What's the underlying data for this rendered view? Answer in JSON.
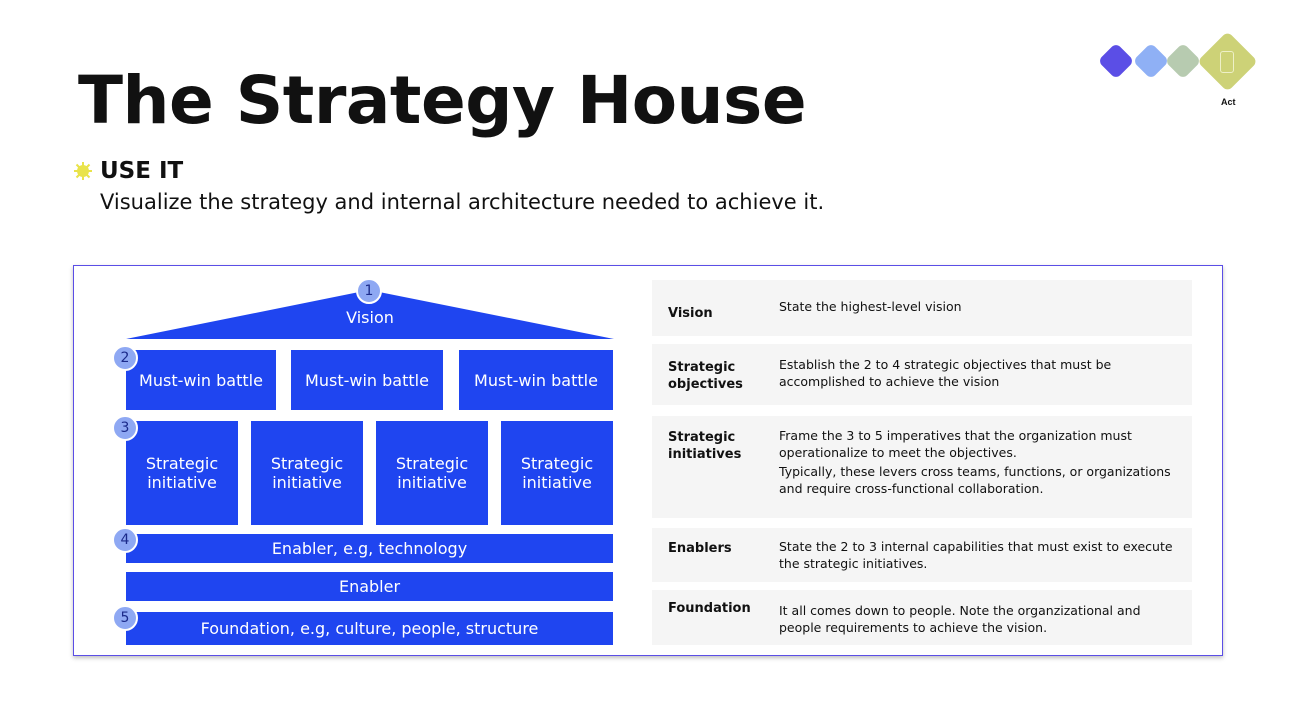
{
  "title": "The Strategy House",
  "section": {
    "label": "USE IT",
    "subtitle": "Visualize the strategy and internal architecture needed to achieve it."
  },
  "logo": {
    "caption": "Act",
    "colors": [
      "#5b4ee6",
      "#8fb0f5",
      "#b7cbb0",
      "#cdd277"
    ]
  },
  "colors": {
    "blue": "#1f45f0",
    "badge": "#8ea8f3",
    "frame": "#5b4ee6"
  },
  "house": {
    "vision": "Vision",
    "battles": [
      "Must-win battle",
      "Must-win battle",
      "Must-win battle"
    ],
    "initiatives": [
      "Strategic initiative",
      "Strategic initiative",
      "Strategic initiative",
      "Strategic initiative"
    ],
    "enabler1": "Enabler, e.g, technology",
    "enabler2": "Enabler",
    "foundation": "Foundation, e.g, culture, people, structure",
    "badges": [
      "1",
      "2",
      "3",
      "4",
      "5"
    ]
  },
  "table": [
    {
      "label": "Vision",
      "desc": "State the highest-level vision"
    },
    {
      "label": "Strategic objectives",
      "desc": "Establish the 2 to 4 strategic objectives that must be accomplished to achieve the vision"
    },
    {
      "label": "Strategic initiatives",
      "desc": "Frame the 3 to 5 imperatives that the organization must operationalize to meet the objectives.",
      "desc2": "Typically, these levers cross teams, functions, or organizations and require cross-functional collaboration."
    },
    {
      "label": "Enablers",
      "desc": "State the 2 to 3 internal capabilities that must exist to execute the strategic initiatives."
    },
    {
      "label": "Foundation",
      "desc": "It all comes down to people. Note the organzizational and people requirements to achieve the vision."
    }
  ]
}
